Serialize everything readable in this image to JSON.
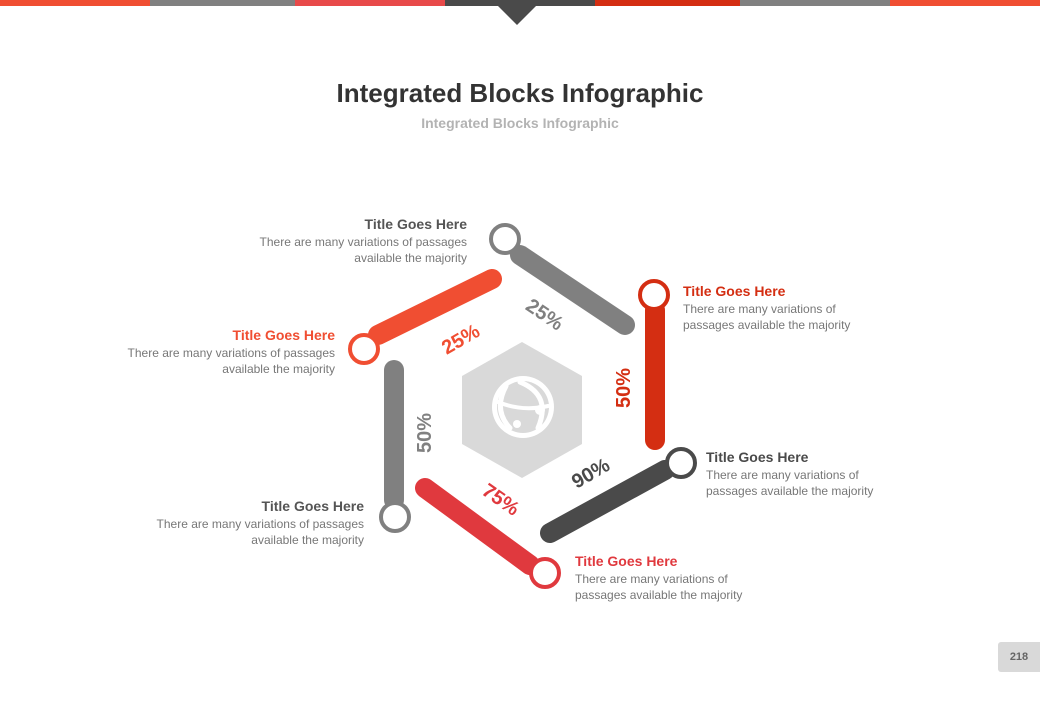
{
  "header": {
    "title": "Integrated Blocks Infographic",
    "subtitle": "Integrated Blocks Infographic"
  },
  "top_bar_colors": [
    "#f04e32",
    "#808080",
    "#e84a4a",
    "#4a4a4a",
    "#d42e12",
    "#808080",
    "#f04e32"
  ],
  "colors": {
    "orange_red": "#f04e32",
    "gray": "#808080",
    "dark_red": "#d42e12",
    "dark_gray": "#4a4a4a",
    "red": "#e0393e",
    "hex_fill": "#d9d9d9"
  },
  "center_icon": "globe-icon",
  "segments": [
    {
      "id": "top-right",
      "percent": "25%",
      "color": "#808080"
    },
    {
      "id": "right",
      "percent": "50%",
      "color": "#d42e12"
    },
    {
      "id": "bottom-right",
      "percent": "90%",
      "color": "#4a4a4a"
    },
    {
      "id": "bottom-left",
      "percent": "75%",
      "color": "#e0393e"
    },
    {
      "id": "left",
      "percent": "50%",
      "color": "#808080"
    },
    {
      "id": "top-left",
      "percent": "25%",
      "color": "#f04e32"
    }
  ],
  "callouts": [
    {
      "title": "Title Goes Here",
      "text": "There are many variations of passages available the majority",
      "color": "#555555"
    },
    {
      "title": "Title Goes Here",
      "text": "There are many variations of passages available the majority",
      "color": "#d42e12"
    },
    {
      "title": "Title Goes Here",
      "text": "There are many variations of passages available the majority",
      "color": "#4a4a4a"
    },
    {
      "title": "Title Goes Here",
      "text": "There are many variations of passages available the majority",
      "color": "#e0393e"
    },
    {
      "title": "Title Goes Here",
      "text": "There are many variations of passages available the majority",
      "color": "#555555"
    },
    {
      "title": "Title Goes Here",
      "text": "There are many variations of passages available the majority",
      "color": "#f04e32"
    }
  ],
  "page_number": "218"
}
